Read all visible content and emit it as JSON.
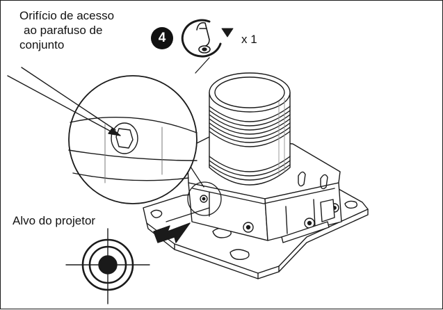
{
  "labels": {
    "access_hole": [
      "Orifício de acesso",
      "ao parafuso de",
      "conjunto"
    ],
    "projector_target": "Alvo do projetor",
    "quantity": "x 1"
  },
  "step": {
    "number": "4"
  },
  "icons": {
    "rotate": "rotate-clockwise-icon",
    "hex_key": "hex-key-icon",
    "target": "crosshair-target-icon",
    "direction": "arrow-left-icon"
  },
  "colors": {
    "line": "#1a1a1a",
    "fill_light": "#ffffff",
    "shade": "#d8d8d8"
  }
}
